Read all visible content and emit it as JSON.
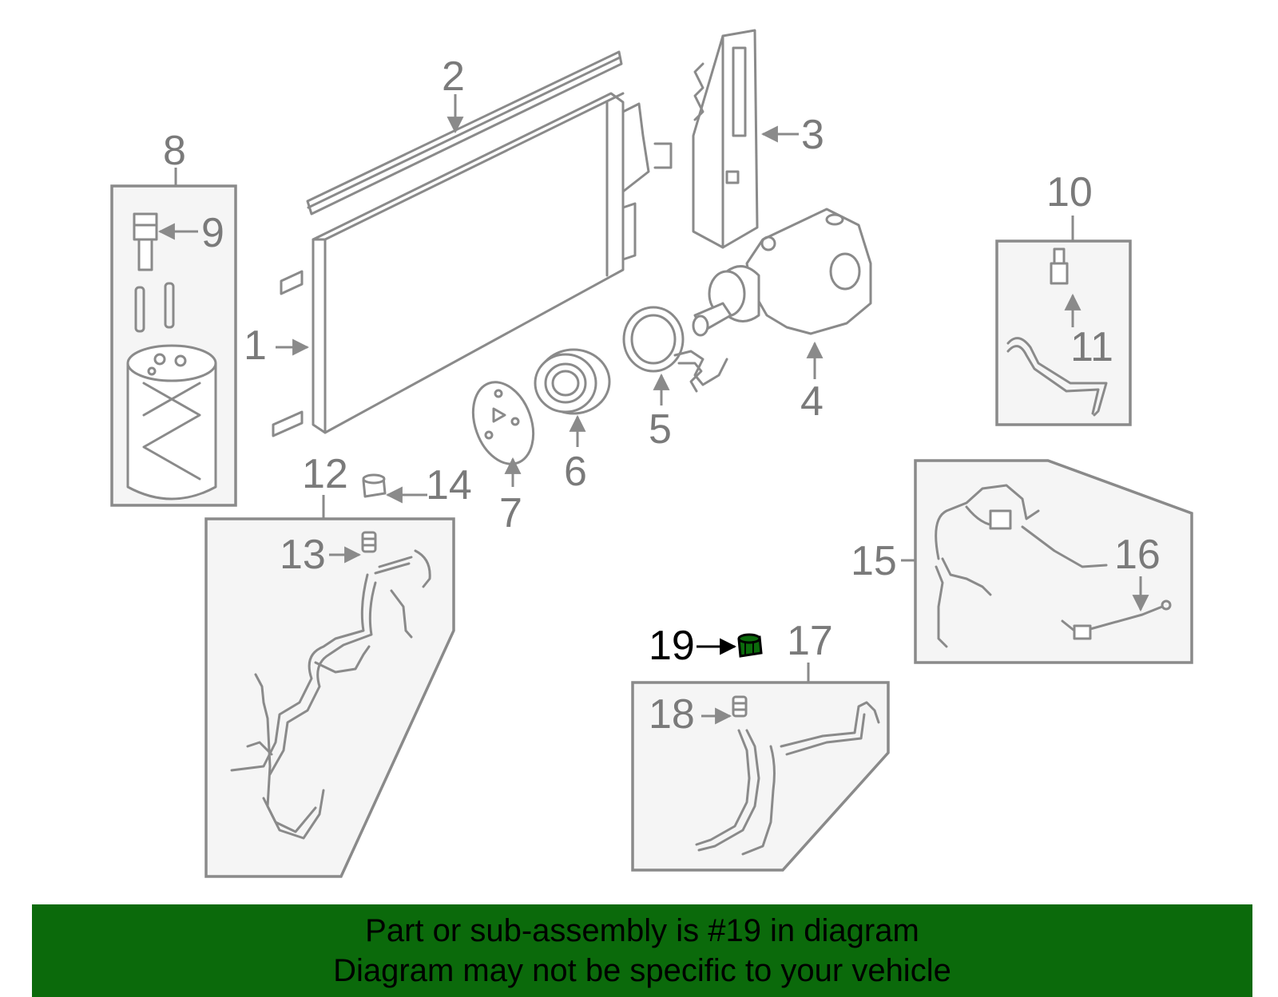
{
  "callouts": {
    "c1": "1",
    "c2": "2",
    "c3": "3",
    "c4": "4",
    "c5": "5",
    "c6": "6",
    "c7": "7",
    "c8": "8",
    "c9": "9",
    "c10": "10",
    "c11": "11",
    "c12": "12",
    "c13": "13",
    "c14": "14",
    "c15": "15",
    "c16": "16",
    "c17": "17",
    "c18": "18",
    "c19": "19"
  },
  "highlight": {
    "part": "19",
    "color": "#0b6a0b"
  },
  "banner": {
    "line1": "Part or sub-assembly is #19 in diagram",
    "line2": "Diagram may not be specific to your vehicle",
    "background": "#0b6a0b"
  }
}
